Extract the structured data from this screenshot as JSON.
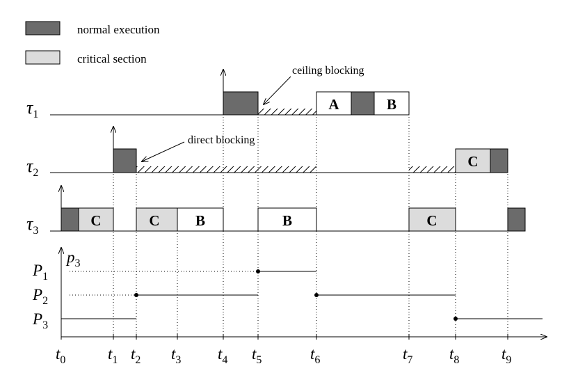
{
  "legend": {
    "normal_label": "normal execution",
    "critical_label": "critical section"
  },
  "colors": {
    "normal": "#6b6b6b",
    "critical": "#dcdcdc",
    "plain": "#ffffff",
    "line": "#000000"
  },
  "tasks": [
    {
      "name": "τ",
      "sub": "1"
    },
    {
      "name": "τ",
      "sub": "2"
    },
    {
      "name": "τ",
      "sub": "3"
    }
  ],
  "annotations": {
    "ceiling_blocking": "ceiling blocking",
    "direct_blocking": "direct blocking"
  },
  "priority_axis": {
    "label": "p",
    "label_sub": "3",
    "levels": [
      {
        "name": "P",
        "sub": "1"
      },
      {
        "name": "P",
        "sub": "2"
      },
      {
        "name": "P",
        "sub": "3"
      }
    ]
  },
  "time_ticks": [
    {
      "name": "t",
      "sub": "0"
    },
    {
      "name": "t",
      "sub": "1"
    },
    {
      "name": "t",
      "sub": "2"
    },
    {
      "name": "t",
      "sub": "3"
    },
    {
      "name": "t",
      "sub": "4"
    },
    {
      "name": "t",
      "sub": "5"
    },
    {
      "name": "t",
      "sub": "6"
    },
    {
      "name": "t",
      "sub": "7"
    },
    {
      "name": "t",
      "sub": "8"
    },
    {
      "name": "t",
      "sub": "9"
    }
  ],
  "box_letters": {
    "tau1": [
      "A",
      "B"
    ],
    "tau2": [
      "C"
    ],
    "tau3": [
      "C",
      "C",
      "B",
      "B",
      "C"
    ]
  }
}
